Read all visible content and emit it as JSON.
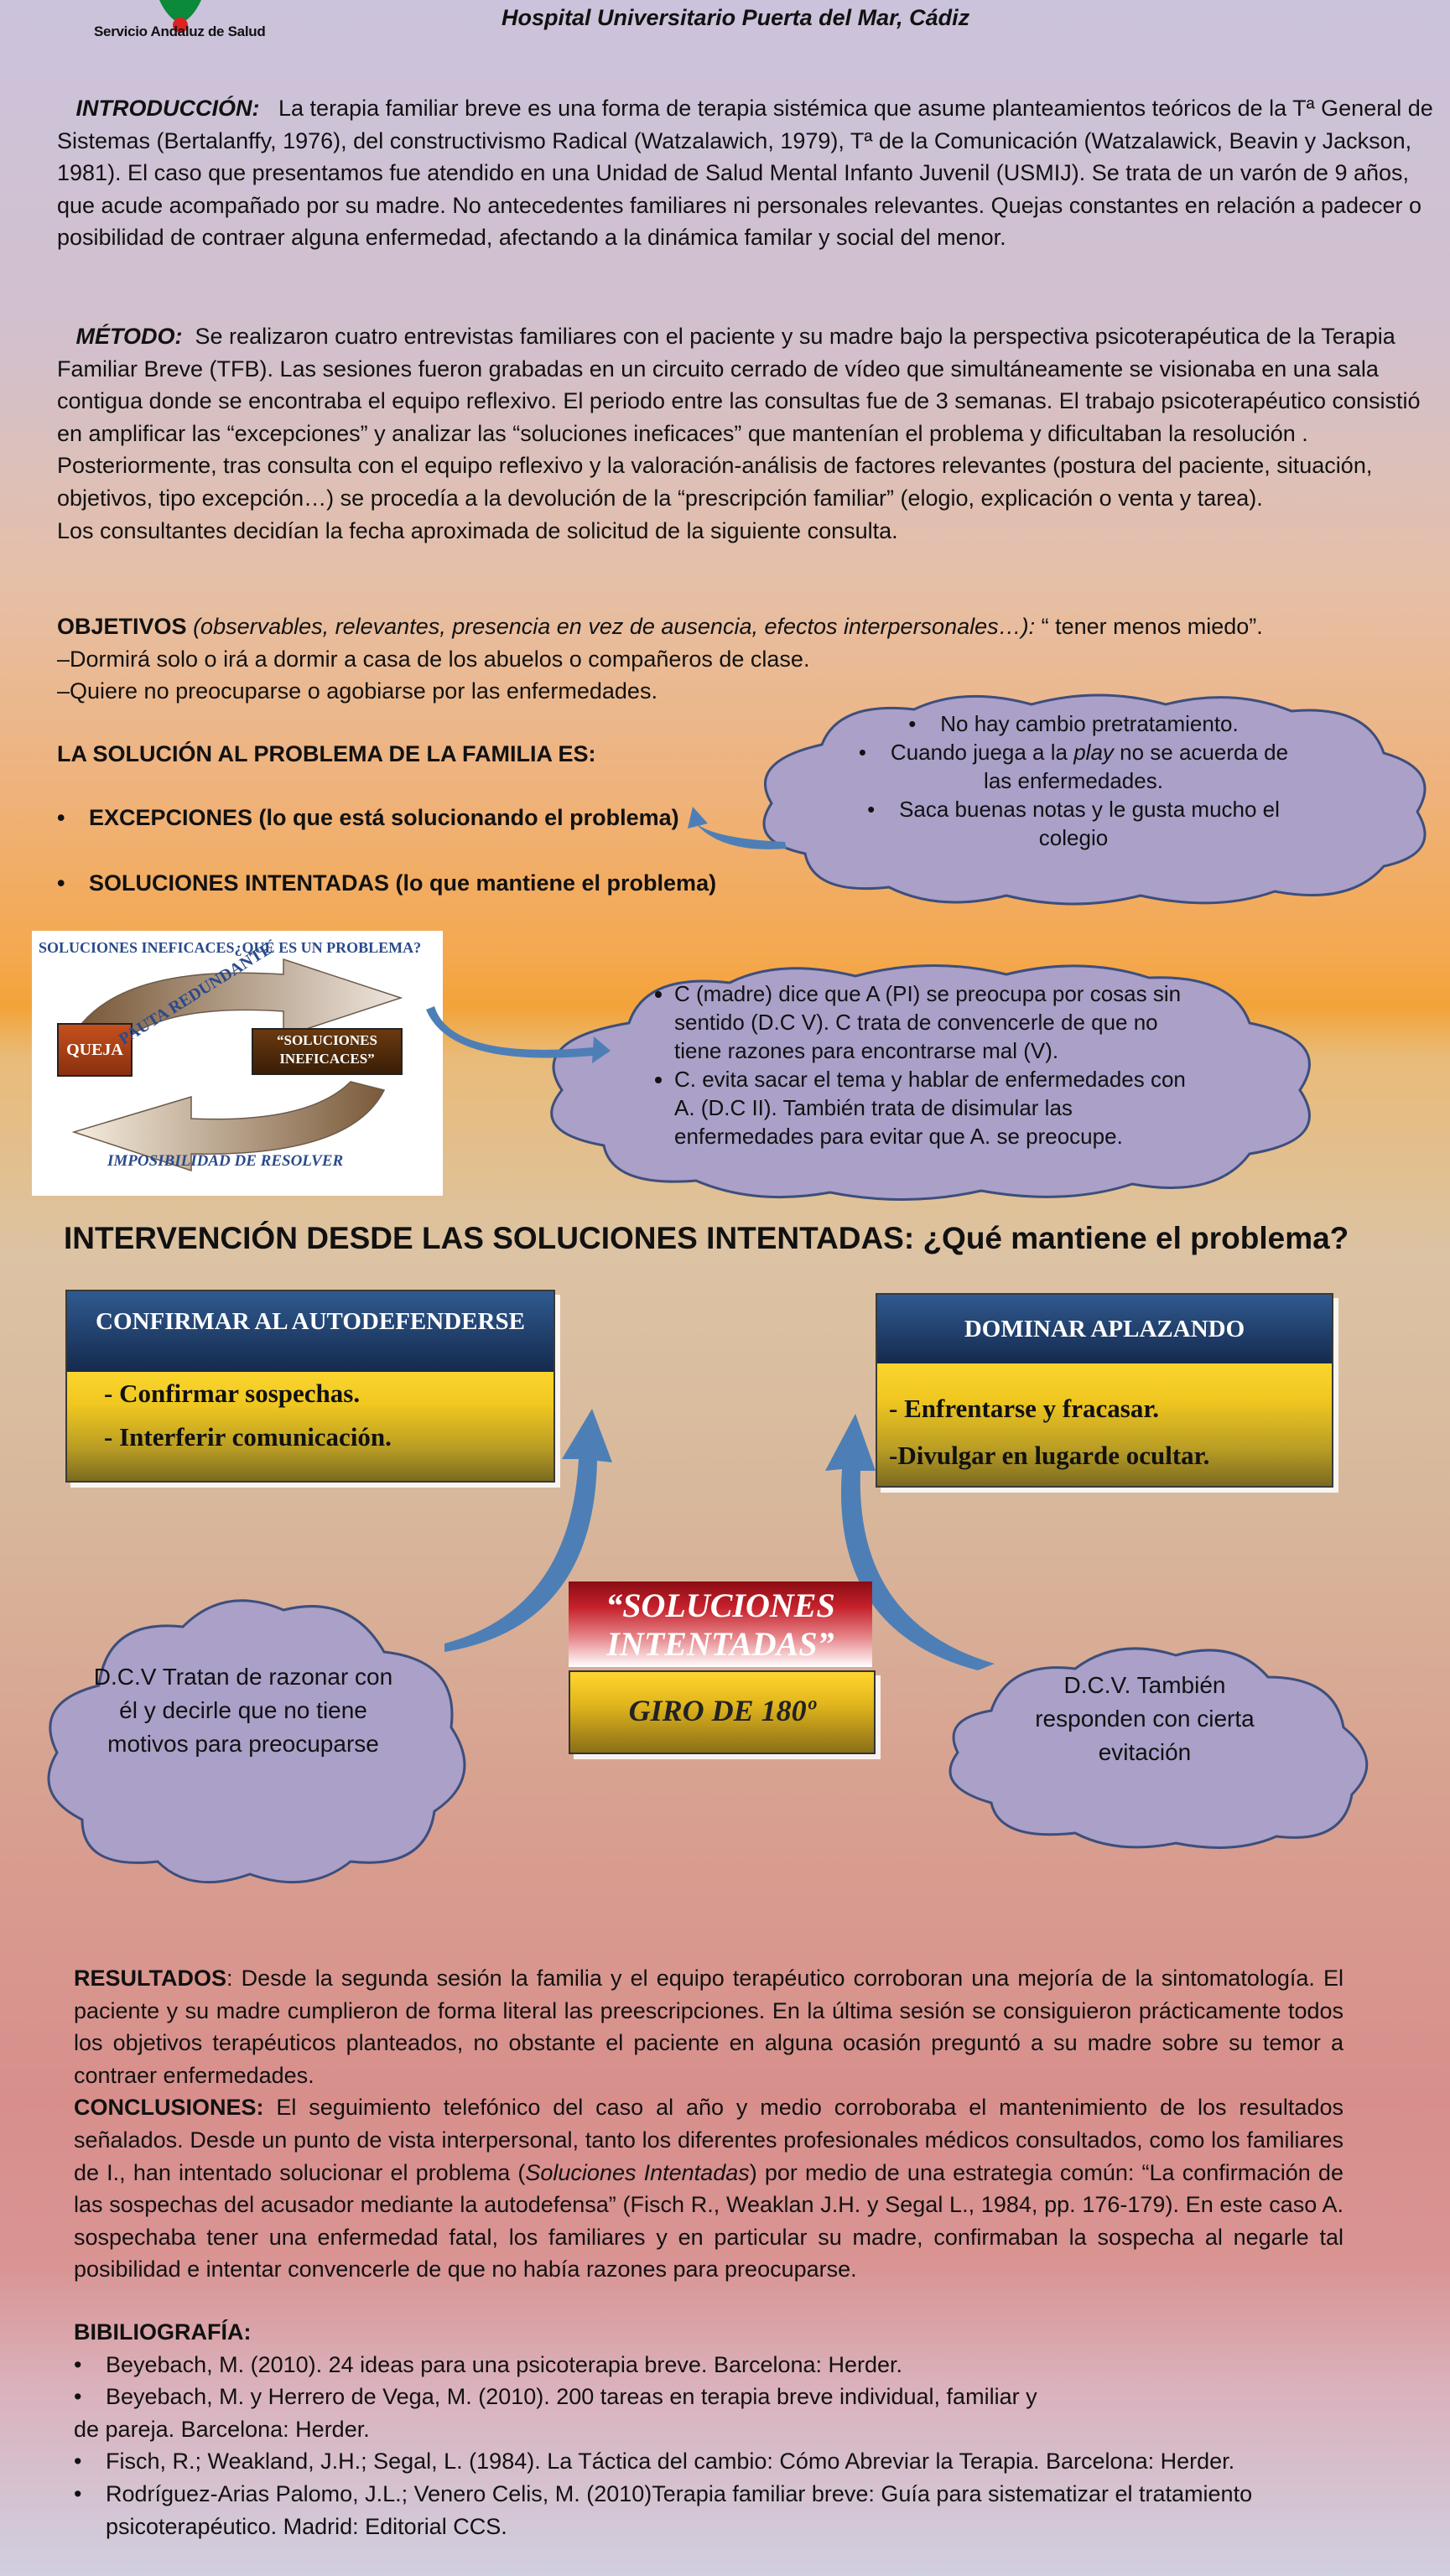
{
  "header": {
    "org": "Servicio Andaluz de Salud",
    "hospital": "Hospital Universitario Puerta del Mar, Cádiz"
  },
  "intro": {
    "label": "INTRODUCCIÓN:",
    "text": "La terapia familiar breve es una forma de terapia sistémica que asume planteamientos teóricos de la Tª General de Sistemas (Bertalanffy, 1976), del constructivismo Radical (Watzalawich, 1979), Tª de la Comunicación (Watzalawick, Beavin y Jackson, 1981). El caso que presentamos fue atendido en una Unidad de Salud Mental Infanto Juvenil (USMIJ). Se trata de un varón de 9 años, que acude acompañado por su madre. No antecedentes familiares ni personales relevantes. Quejas constantes en relación a padecer o posibilidad de contraer alguna enfermedad, afectando a la dinámica familar y social del menor."
  },
  "metodo": {
    "label": "MÉTODO:",
    "text": "Se realizaron cuatro entrevistas familiares con el paciente y su madre bajo la perspectiva psicoterapéutica de la Terapia Familiar Breve (TFB). Las sesiones fueron grabadas en un circuito cerrado de vídeo que simultáneamente se visionaba en una sala contigua donde se encontraba el equipo reflexivo. El periodo entre las consultas fue de 3 semanas. El trabajo psicoterapéutico consistió en amplificar las “excepciones” y analizar las “soluciones ineficaces” que mantenían el problema y dificultaban la resolución . Posteriormente, tras consulta con el equipo reflexivo y la valoración-análisis de factores relevantes (postura del paciente, situación, objetivos, tipo excepción…) se procedía a la devolución de la “prescripción familiar” (elogio, explicación o venta y tarea).",
    "text2": "Los consultantes decidían la fecha aproximada de solicitud de la siguiente consulta."
  },
  "objetivos": {
    "label": "OBJETIVOS",
    "criteria": "(observables, relevantes, presencia en vez de ausencia, efectos interpersonales…):",
    "main": "“ tener menos miedo”.",
    "items": [
      "–Dormirá solo o irá a dormir a casa de los abuelos o compañeros de clase.",
      "–Quiere no preocuparse o agobiarse por las enfermedades."
    ]
  },
  "solucion": {
    "title": "LA SOLUCIÓN AL PROBLEMA DE LA FAMILIA ES:",
    "item1": "EXCEPCIONES (lo que está solucionando el problema)",
    "item2": "SOLUCIONES INTENTADAS (lo que mantiene el problema)"
  },
  "cloud_excepciones": {
    "b1": "No hay cambio pretratamiento.",
    "b2_pre": "Cuando juega a la ",
    "b2_em": "play",
    "b2_post": " no se acuerda de las enfermedades.",
    "b3": "Saca buenas notas y le gusta mucho el colegio"
  },
  "diagram": {
    "title": "SOLUCIONES INEFICACES¿QUÉ ES UN PROBLEMA?",
    "queja": "QUEJA",
    "soluciones": "“SOLUCIONES INEFICACES”",
    "pauta": "PAUTA REDUNDANTE",
    "bottom": "IMPOSIBILIDAD DE RESOLVER"
  },
  "cloud_soluciones": {
    "b1": "C (madre) dice que A (PI) se preocupa por cosas sin sentido (D.C V). C trata de convencerle de que no tiene razones para encontrarse mal (V).",
    "b2": "C. evita sacar el tema y hablar de enfermedades con A. (D.C II). También trata de disimular las enfermedades para evitar que A. se preocupe."
  },
  "intervencion": {
    "title": "INTERVENCIÓN DESDE LAS SOLUCIONES INTENTADAS: ¿Qué mantiene el problema?",
    "left_head": "CONFIRMAR AL AUTODEFENDERSE",
    "left_items": [
      "-   Confirmar sospechas.",
      "-   Interferir comunicación."
    ],
    "right_head": "DOMINAR APLAZANDO",
    "right_items": [
      "- Enfrentarse y fracasar.",
      "-Divulgar en lugarde ocultar."
    ],
    "center_top": "“SOLUCIONES INTENTADAS”",
    "center_bottom": "GIRO DE 180º",
    "cloud_left": "D.C.V Tratan de razonar con él y decirle que no tiene motivos para preocuparse",
    "cloud_right": "D.C.V. También responden con cierta evitación"
  },
  "resultados": {
    "label": "RESULTADOS",
    "text": ": Desde la segunda sesión la familia y el equipo terapéutico corroboran una mejoría de la sintomatología. El paciente y su madre cumplieron de forma literal las preescripciones. En la última sesión se consiguieron prácticamente todos los objetivos terapéuticos planteados, no obstante el paciente en alguna ocasión preguntó a su madre sobre su temor a contraer enfermedades."
  },
  "conclusiones": {
    "label": "CONCLUSIONES:",
    "text1": "El seguimiento telefónico del caso al año y medio corroboraba el mantenimiento de los resultados señalados. Desde un punto de vista interpersonal, tanto los diferentes profesionales médicos consultados, como los familiares de I., han intentado solucionar el problema (",
    "em": "Soluciones Intentadas",
    "text2": ") por medio de una estrategia común: “La confirmación de las sospechas del acusador mediante la autodefensa” (Fisch R., Weaklan J.H. y Segal L., 1984, pp. 176-179). En este caso A. sospechaba tener una enfermedad fatal, los familiares y en particular su madre, confirmaban la sospecha al negarle tal posibilidad e intentar convencerle de que no había razones para preocuparse."
  },
  "bibliografia": {
    "title": "BIBILIOGRAFÍA:",
    "items": [
      "Beyebach, M. (2010). 24 ideas para una psicoterapia breve. Barcelona: Herder.",
      "Beyebach, M. y Herrero de Vega, M. (2010). 200 tareas en terapia breve individual, familiar y",
      "de pareja. Barcelona: Herder.",
      "Fisch, R.; Weakland, J.H.; Segal, L. (1984). La Táctica del cambio: Cómo Abreviar la Terapia. Barcelona: Herder.",
      "Rodríguez-Arias Palomo, J.L.; Venero Celis, M. (2010)Terapia familiar breve: Guía para sistematizar el tratamiento psicoterapéutico. Madrid: Editorial CCS."
    ]
  },
  "colors": {
    "cloud": "#aaa0c8",
    "cloud_stroke": "#3d4e7c",
    "arrow": "#4d7fb6",
    "box_head": "#1f3a63",
    "box_body": "#f0c720",
    "sol_red": "#c6212b"
  }
}
